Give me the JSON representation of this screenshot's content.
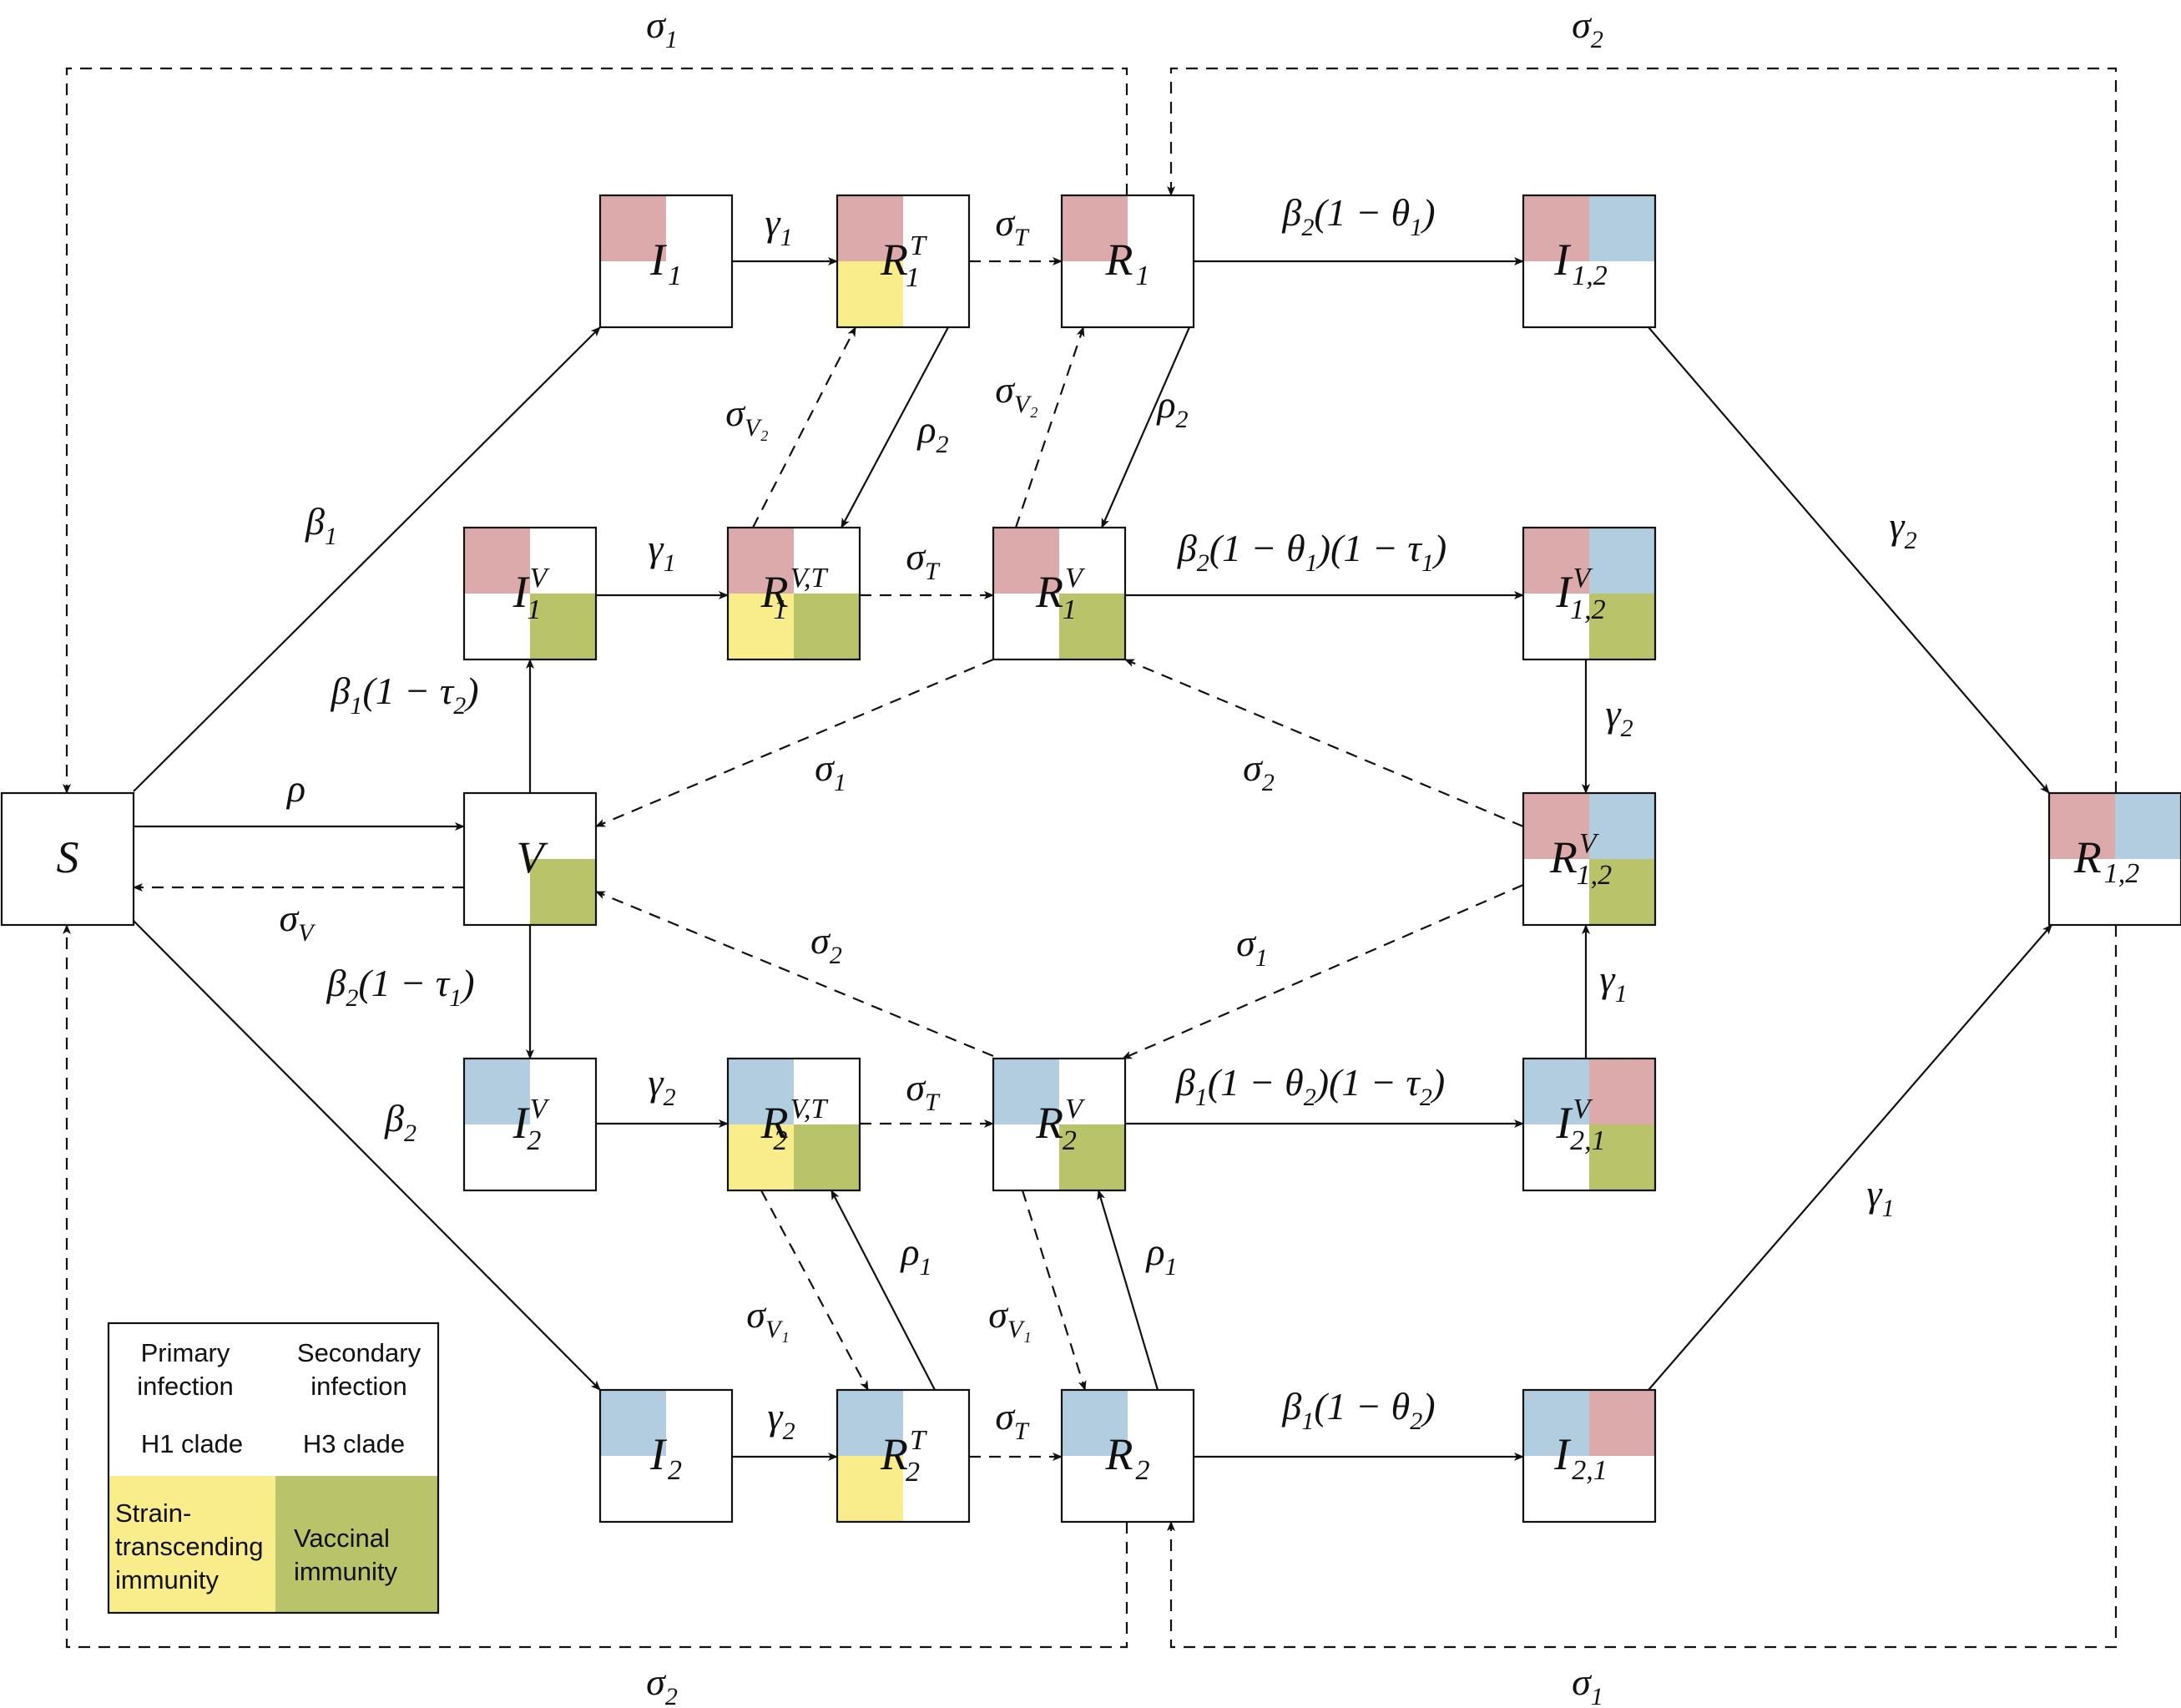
{
  "colors": {
    "h1": "#dcaaab",
    "h3": "#b2cde0",
    "strain": "#f8ec8b",
    "vaccinal": "#b9c36a",
    "line": "#111111"
  },
  "compartments": [
    {
      "id": "S",
      "base": "S",
      "sub": "",
      "sup": "",
      "quads": {}
    },
    {
      "id": "V",
      "base": "V",
      "sub": "",
      "sup": "",
      "quads": {
        "br": "vaccinal"
      }
    },
    {
      "id": "I1",
      "base": "I",
      "sub": "1",
      "sup": "",
      "quads": {
        "tl": "h1"
      }
    },
    {
      "id": "R1T",
      "base": "R",
      "sub": "1",
      "sup": "T",
      "quads": {
        "tl": "h1",
        "bl": "strain"
      }
    },
    {
      "id": "R1",
      "base": "R",
      "sub": "1",
      "sup": "",
      "quads": {
        "tl": "h1"
      }
    },
    {
      "id": "I12",
      "base": "I",
      "sub": "1,2",
      "sup": "",
      "quads": {
        "tl": "h1",
        "tr": "h3"
      }
    },
    {
      "id": "I1V",
      "base": "I",
      "sub": "1",
      "sup": "V",
      "quads": {
        "tl": "h1",
        "br": "vaccinal"
      }
    },
    {
      "id": "R1VT",
      "base": "R",
      "sub": "1",
      "sup": "V,T",
      "quads": {
        "tl": "h1",
        "bl": "strain",
        "br": "vaccinal"
      }
    },
    {
      "id": "R1V",
      "base": "R",
      "sub": "1",
      "sup": "V",
      "quads": {
        "tl": "h1",
        "br": "vaccinal"
      }
    },
    {
      "id": "I12V",
      "base": "I",
      "sub": "1,2",
      "sup": "V",
      "quads": {
        "tl": "h1",
        "tr": "h3",
        "br": "vaccinal"
      }
    },
    {
      "id": "R12V",
      "base": "R",
      "sub": "1,2",
      "sup": "V",
      "quads": {
        "tl": "h1",
        "tr": "h3",
        "br": "vaccinal"
      }
    },
    {
      "id": "R12",
      "base": "R",
      "sub": "1,2",
      "sup": "",
      "quads": {
        "tl": "h1",
        "tr": "h3"
      }
    },
    {
      "id": "I2V",
      "base": "I",
      "sub": "2",
      "sup": "V",
      "quads": {
        "tl": "h3"
      }
    },
    {
      "id": "R2VT",
      "base": "R",
      "sub": "2",
      "sup": "V,T",
      "quads": {
        "tl": "h3",
        "bl": "strain",
        "br": "vaccinal"
      }
    },
    {
      "id": "R2V",
      "base": "R",
      "sub": "2",
      "sup": "V",
      "quads": {
        "tl": "h3",
        "br": "vaccinal"
      }
    },
    {
      "id": "I21V",
      "base": "I",
      "sub": "2,1",
      "sup": "V",
      "quads": {
        "tl": "h3",
        "tr": "h1",
        "br": "vaccinal"
      }
    },
    {
      "id": "I2",
      "base": "I",
      "sub": "2",
      "sup": "",
      "quads": {
        "tl": "h3"
      }
    },
    {
      "id": "R2T",
      "base": "R",
      "sub": "2",
      "sup": "T",
      "quads": {
        "tl": "h3",
        "bl": "strain"
      }
    },
    {
      "id": "R2",
      "base": "R",
      "sub": "2",
      "sup": "",
      "quads": {
        "tl": "h3"
      }
    },
    {
      "id": "I21",
      "base": "I",
      "sub": "2,1",
      "sup": "",
      "quads": {
        "tl": "h3",
        "tr": "h1"
      }
    }
  ],
  "transitions": [
    {
      "id": "t-S-V",
      "label": [
        [
          "ρ",
          ""
        ]
      ]
    },
    {
      "id": "t-V-S",
      "label": [
        [
          "σ",
          "V"
        ]
      ]
    },
    {
      "id": "t-S-I1",
      "label": [
        [
          "β",
          "1"
        ]
      ]
    },
    {
      "id": "t-S-I2",
      "label": [
        [
          "β",
          "2"
        ]
      ]
    },
    {
      "id": "t-V-I1V",
      "label": [
        [
          "β",
          "1"
        ],
        [
          "(1 − ",
          ""
        ],
        [
          "τ",
          "2"
        ],
        [
          ")",
          ""
        ]
      ]
    },
    {
      "id": "t-V-I2V",
      "label": [
        [
          "β",
          "2"
        ],
        [
          "(1 − ",
          ""
        ],
        [
          "τ",
          "1"
        ],
        [
          ")",
          ""
        ]
      ]
    },
    {
      "id": "t-I1-R1T",
      "label": [
        [
          "γ",
          "1"
        ]
      ]
    },
    {
      "id": "t-R1T-R1",
      "label": [
        [
          "σ",
          "T"
        ]
      ]
    },
    {
      "id": "t-R1-I12",
      "label": [
        [
          "β",
          "2"
        ],
        [
          "(1 − ",
          ""
        ],
        [
          "θ",
          "1"
        ],
        [
          ")",
          ""
        ]
      ]
    },
    {
      "id": "t-I12-R12",
      "label": [
        [
          "γ",
          "2"
        ]
      ]
    },
    {
      "id": "t-R1T-R1VT",
      "label": [
        [
          "ρ",
          "2"
        ]
      ]
    },
    {
      "id": "t-R1VT-R1T",
      "label": [
        [
          "σ",
          "V₂"
        ]
      ]
    },
    {
      "id": "t-R1-R1V",
      "label": [
        [
          "ρ",
          "2"
        ]
      ]
    },
    {
      "id": "t-R1V-R1",
      "label": [
        [
          "σ",
          "V₂"
        ]
      ]
    },
    {
      "id": "t-I1V-R1VT",
      "label": [
        [
          "γ",
          "1"
        ]
      ]
    },
    {
      "id": "t-R1VT-R1V",
      "label": [
        [
          "σ",
          "T"
        ]
      ]
    },
    {
      "id": "t-R1V-I12V",
      "label": [
        [
          "β",
          "2"
        ],
        [
          "(1 − ",
          ""
        ],
        [
          "θ",
          "1"
        ],
        [
          ")(1 − ",
          ""
        ],
        [
          "τ",
          "1"
        ],
        [
          ")",
          ""
        ]
      ]
    },
    {
      "id": "t-I12V-R12V",
      "label": [
        [
          "γ",
          "2"
        ]
      ]
    },
    {
      "id": "t-R1V-V",
      "label": [
        [
          "σ",
          "1"
        ]
      ]
    },
    {
      "id": "t-R12V-R1V",
      "label": [
        [
          "σ",
          "2"
        ]
      ]
    },
    {
      "id": "t-R2V-V",
      "label": [
        [
          "σ",
          "2"
        ]
      ]
    },
    {
      "id": "t-R12V-R2V",
      "label": [
        [
          "σ",
          "1"
        ]
      ]
    },
    {
      "id": "t-I21V-R12V",
      "label": [
        [
          "γ",
          "1"
        ]
      ]
    },
    {
      "id": "t-I2V-R2VT",
      "label": [
        [
          "γ",
          "2"
        ]
      ]
    },
    {
      "id": "t-R2VT-R2V",
      "label": [
        [
          "σ",
          "T"
        ]
      ]
    },
    {
      "id": "t-R2V-I21V",
      "label": [
        [
          "β",
          "1"
        ],
        [
          "(1 − ",
          ""
        ],
        [
          "θ",
          "2"
        ],
        [
          ")(1 − ",
          ""
        ],
        [
          "τ",
          "2"
        ],
        [
          ")",
          ""
        ]
      ]
    },
    {
      "id": "t-R2VT-R2T",
      "label": [
        [
          "σ",
          "V₁"
        ]
      ]
    },
    {
      "id": "t-R2T-R2VT",
      "label": [
        [
          "ρ",
          "1"
        ]
      ]
    },
    {
      "id": "t-R2V-R2",
      "label": [
        [
          "σ",
          "V₁"
        ]
      ]
    },
    {
      "id": "t-R2-R2V",
      "label": [
        [
          "ρ",
          "1"
        ]
      ]
    },
    {
      "id": "t-I2-R2T",
      "label": [
        [
          "γ",
          "2"
        ]
      ]
    },
    {
      "id": "t-R2T-R2",
      "label": [
        [
          "σ",
          "T"
        ]
      ]
    },
    {
      "id": "t-R2-I21",
      "label": [
        [
          "β",
          "1"
        ],
        [
          "(1 − ",
          ""
        ],
        [
          "θ",
          "2"
        ],
        [
          ")",
          ""
        ]
      ]
    },
    {
      "id": "t-I21-R12",
      "label": [
        [
          "γ",
          "1"
        ]
      ]
    },
    {
      "id": "t-top-left",
      "label": [
        [
          "σ",
          "1"
        ]
      ]
    },
    {
      "id": "t-top-right",
      "label": [
        [
          "σ",
          "2"
        ]
      ]
    },
    {
      "id": "t-bottom-left",
      "label": [
        [
          "σ",
          "2"
        ]
      ]
    },
    {
      "id": "t-bottom-right",
      "label": [
        [
          "σ",
          "1"
        ]
      ]
    }
  ],
  "legend": {
    "primary": [
      "Primary",
      "infection"
    ],
    "secondary": [
      "Secondary",
      "infection"
    ],
    "h1": "H1 clade",
    "h3": "H3 clade",
    "strain": [
      "Strain-",
      "transcending",
      "immunity"
    ],
    "vaccinal": [
      "Vaccinal",
      "immunity"
    ]
  }
}
